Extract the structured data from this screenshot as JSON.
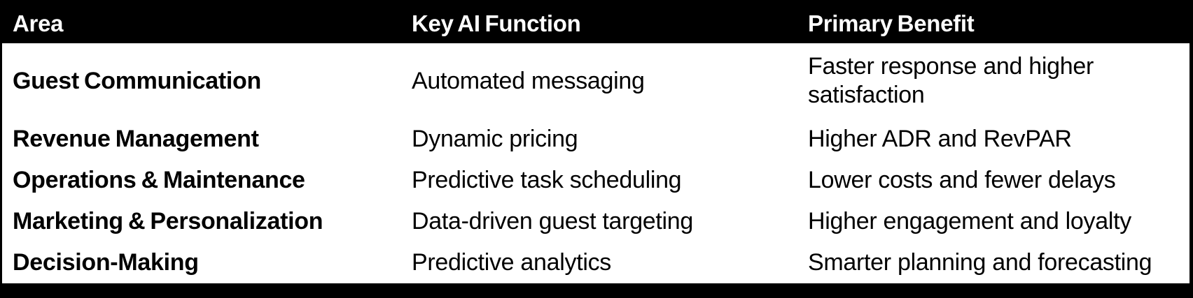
{
  "chart_data": {
    "type": "table",
    "title": "",
    "columns": [
      "Area",
      "Key AI Function",
      "Primary Benefit"
    ],
    "rows": [
      {
        "area": "Guest Communication",
        "function": "Automated messaging",
        "benefit": "Faster response and higher satisfaction"
      },
      {
        "area": "Revenue Management",
        "function": "Dynamic pricing",
        "benefit": "Higher ADR and RevPAR"
      },
      {
        "area": "Operations & Maintenance",
        "function": "Predictive task scheduling",
        "benefit": "Lower costs and fewer delays"
      },
      {
        "area": "Marketing & Personalization",
        "function": "Data-driven guest targeting",
        "benefit": "Higher engagement and loyalty"
      },
      {
        "area": "Decision-Making",
        "function": "Predictive analytics",
        "benefit": "Smarter planning and forecasting"
      }
    ],
    "layout": {
      "header_position": "top",
      "grid": "none",
      "first_column_bold": true
    },
    "colors": {
      "header_bg": "#000000",
      "header_text": "#ffffff",
      "body_bg": "#ffffff",
      "body_text": "#000000",
      "frame_border": "#000000"
    }
  }
}
